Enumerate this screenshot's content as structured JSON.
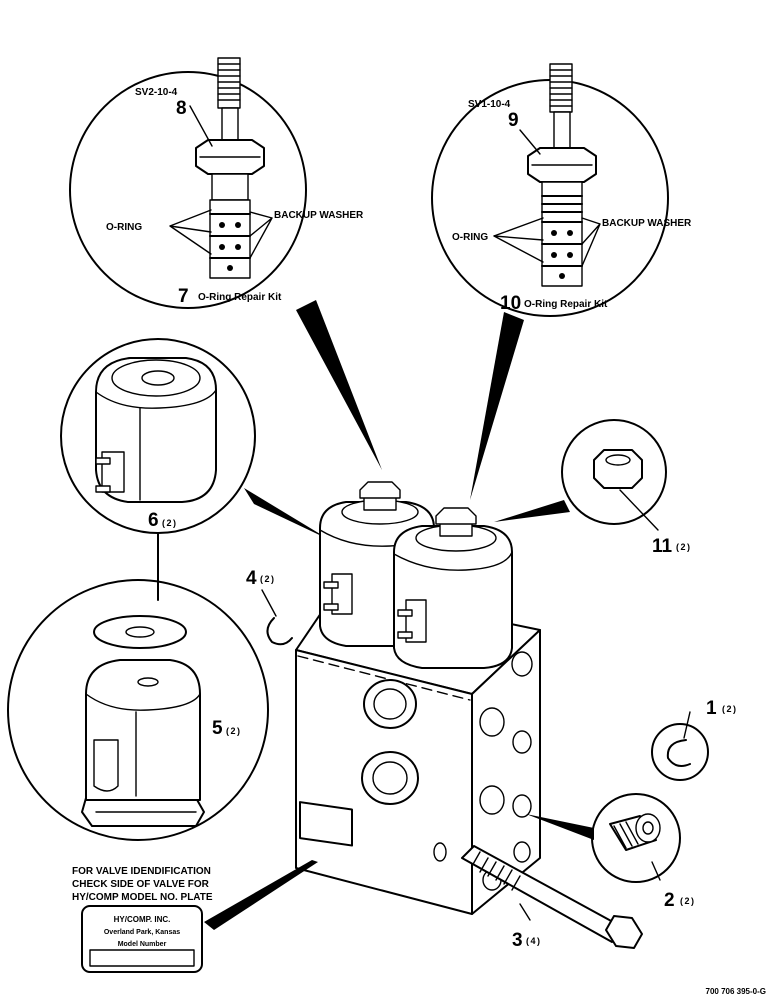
{
  "parts": {
    "p1": {
      "num": "1",
      "qty": "(2)"
    },
    "p2": {
      "num": "2",
      "qty": "(2)"
    },
    "p3": {
      "num": "3",
      "qty": "(4)"
    },
    "p4": {
      "num": "4",
      "qty": "(2)"
    },
    "p5": {
      "num": "5",
      "qty": "(2)"
    },
    "p6": {
      "num": "6",
      "qty": "(2)"
    },
    "p7": {
      "num": "7",
      "desc": "O-Ring Repair Kit"
    },
    "p8": {
      "num": "8",
      "code": "SV2-10-4"
    },
    "p9": {
      "num": "9",
      "code": "SV1-10-4"
    },
    "p10": {
      "num": "10",
      "desc": "O-Ring Repair Kit"
    },
    "p11": {
      "num": "11",
      "qty": "(2)"
    }
  },
  "callouts": {
    "oring_left": "O-RING",
    "backup_left": "BACKUP WASHER",
    "oring_right": "O-RING",
    "backup_right": "BACKUP WASHER"
  },
  "note": {
    "line1": "FOR VALVE IDENDIFICATION",
    "line2": "CHECK SIDE OF VALVE FOR",
    "line3": "HY/COMP MODEL NO. PLATE"
  },
  "plate": {
    "line1": "HY/COMP. INC.",
    "line2": "Overland Park, Kansas",
    "line3": "Model Number"
  },
  "drawing_number": "700 706 395-0-G"
}
